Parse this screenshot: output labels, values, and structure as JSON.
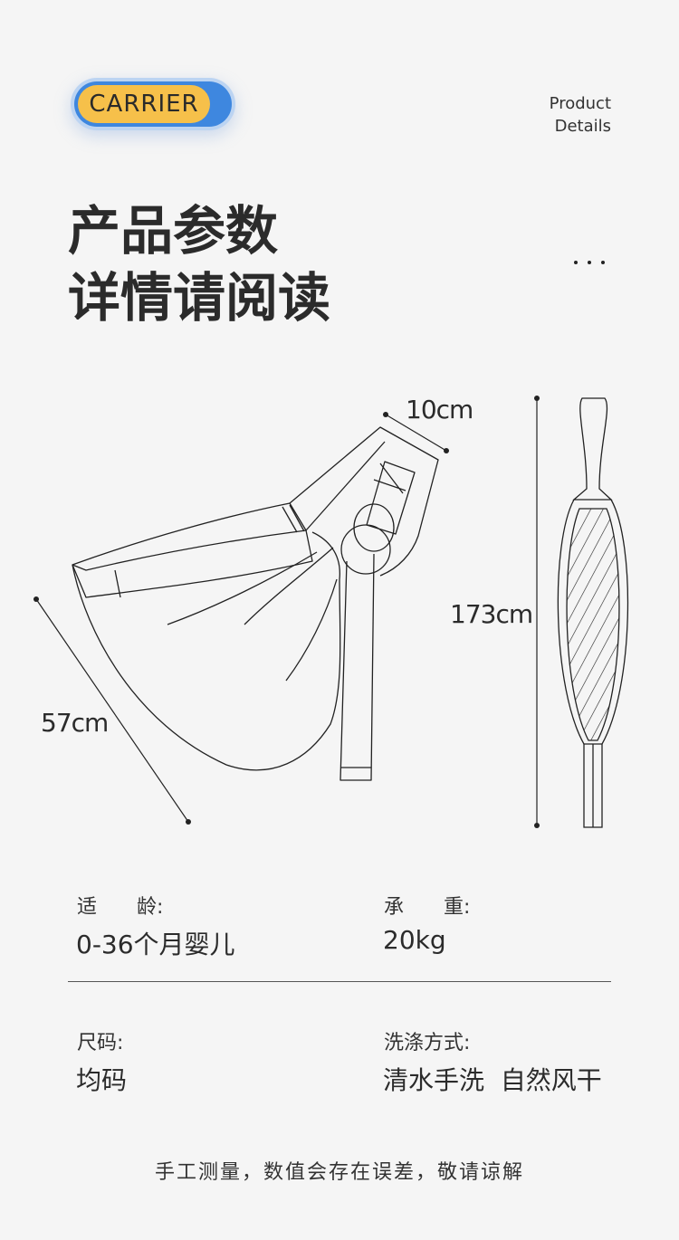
{
  "badge": {
    "label": "CARRIER"
  },
  "header": {
    "product_line1": "Product",
    "product_line2": "Details"
  },
  "title": {
    "line1": "产品参数",
    "line2": "详情请阅读"
  },
  "dimensions": {
    "width": "10cm",
    "height": "173cm",
    "length": "57cm"
  },
  "specs": {
    "age_label": "适　　龄:",
    "age_value": "0-36个月婴儿",
    "load_label": "承　　重:",
    "load_value": "20kg",
    "size_label": "尺码:",
    "size_value": "均码",
    "wash_label": "洗涤方式:",
    "wash_value": "清水手洗  自然风干"
  },
  "footer": {
    "note": "手工测量，数值会存在误差，敬请谅解"
  }
}
